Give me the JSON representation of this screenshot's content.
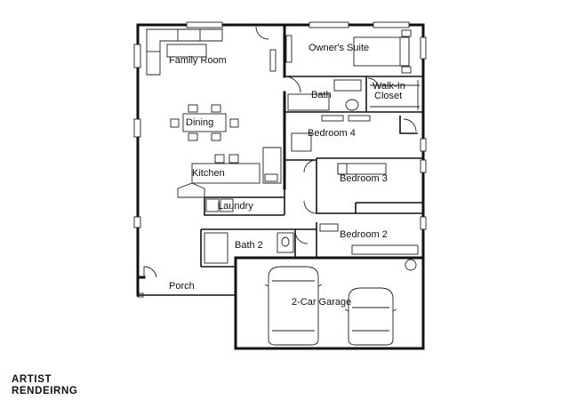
{
  "rooms": {
    "family_room": "Family Room",
    "owners_suite": "Owner's Suite",
    "bath": "Bath",
    "walk_in_closet_line1": "Walk-In",
    "walk_in_closet_line2": "Closet",
    "dining": "Dining",
    "bedroom_4": "Bedroom 4",
    "kitchen": "Kitchen",
    "bedroom_3": "Bedroom 3",
    "laundry": "Laundry",
    "bath_2": "Bath 2",
    "bedroom_2": "Bedroom 2",
    "porch": "Porch",
    "garage": "2-Car Garage"
  },
  "caption": {
    "line1": "ARTIST",
    "line2": "RENDEIRNG"
  }
}
